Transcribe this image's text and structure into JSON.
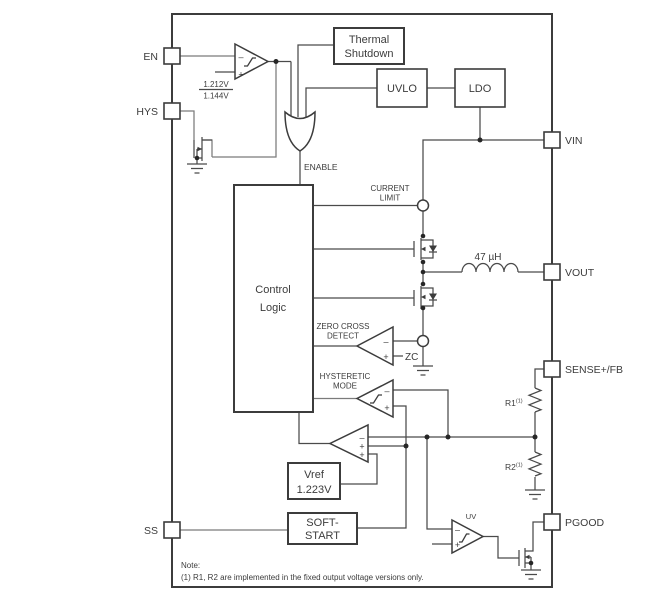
{
  "colors": {
    "ink": "#3c3c3c",
    "background": "#ffffff"
  },
  "pins": {
    "en": "EN",
    "hys": "HYS",
    "ss": "SS",
    "vin": "VIN",
    "vout": "VOUT",
    "sense_fb": "SENSE+/FB",
    "pgood": "PGOOD"
  },
  "blocks": {
    "thermal_shutdown": [
      "Thermal",
      "Shutdown"
    ],
    "uvlo": "UVLO",
    "ldo": "LDO",
    "control_logic": [
      "Control",
      "Logic"
    ],
    "vref": [
      "Vref",
      "1.223V"
    ],
    "soft_start": [
      "SOFT-",
      "START"
    ]
  },
  "comparators": {
    "en_threshold_rising": "1.212V",
    "en_threshold_falling": "1.144V",
    "uv_label": "UV",
    "zc_net": "ZC",
    "minus": "–",
    "plus": "+"
  },
  "labels": {
    "enable": "ENABLE",
    "current_limit": [
      "CURRENT",
      "LIMIT"
    ],
    "inductor": "47 µH",
    "zero_cross": [
      "ZERO CROSS",
      "DETECT"
    ],
    "hysteretic": [
      "HYSTERETIC",
      "MODE"
    ],
    "r1": "R1",
    "r1_sup": "(1)",
    "r2": "R2",
    "r2_sup": "(1)"
  },
  "note": {
    "title": "Note:",
    "body": "(1)  R1, R2 are implemented in the fixed output voltage versions only."
  }
}
